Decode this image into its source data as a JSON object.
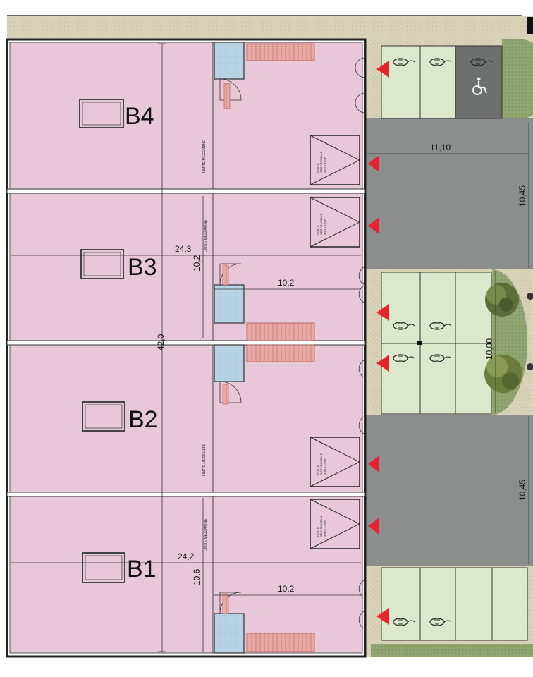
{
  "units": [
    {
      "id": "B4",
      "label": "B4"
    },
    {
      "id": "B3",
      "label": "B3"
    },
    {
      "id": "B2",
      "label": "B2"
    },
    {
      "id": "B1",
      "label": "B1"
    }
  ],
  "dimensions": {
    "total_height": "42,0",
    "b3_width": "24,3",
    "b3_depth": "10,2",
    "b3_mezzanine_width": "10,2",
    "b1_width": "24,2",
    "b1_depth": "10,6",
    "b1_mezzanine_width": "10,2",
    "road_width": "11,10",
    "road_upper_length": "10,45",
    "parking_island_length": "10,00",
    "road_lower_length": "10,45"
  },
  "annotations": {
    "mezzanine_limit": "LIMITE MEZZANINE",
    "door_line1": "PORTE",
    "door_line2": "SECTIONNELLE",
    "door_line3": "3,50 x 3,50H"
  },
  "colors": {
    "unit_fill": "#e8c8d8",
    "road": "#8c8e8d",
    "parking_space": "#dce8cc",
    "grass": "#8fa36f",
    "gravel": "#d8d3b8",
    "stairs": "#e8a9a4",
    "bathroom": "#b8d4e4",
    "access_arrow": "#e8222e"
  },
  "icons": {
    "parking_ev": "ev-charging-car-icon",
    "parking_accessible": "wheelchair-icon",
    "access": "entrance-arrow-icon",
    "tree": "tree-icon"
  }
}
